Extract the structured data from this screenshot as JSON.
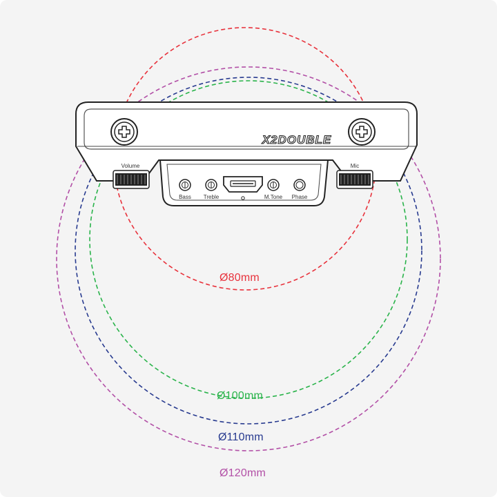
{
  "device": {
    "brand_logo": "X2DOUBLE",
    "side_labels": {
      "left": "Volume",
      "right": "Mic"
    },
    "controls": [
      "Bass",
      "Treble",
      "M.Tone",
      "Phase"
    ]
  },
  "circles": [
    {
      "diameter_label": "Ø80mm",
      "diameter_mm": 80,
      "color": "#e8323c"
    },
    {
      "diameter_label": "Ø100mm",
      "diameter_mm": 100,
      "color": "#29b34a"
    },
    {
      "diameter_label": "Ø110mm",
      "diameter_mm": 110,
      "color": "#273a8f"
    },
    {
      "diameter_label": "Ø120mm",
      "diameter_mm": 120,
      "color": "#b24fa6"
    }
  ]
}
